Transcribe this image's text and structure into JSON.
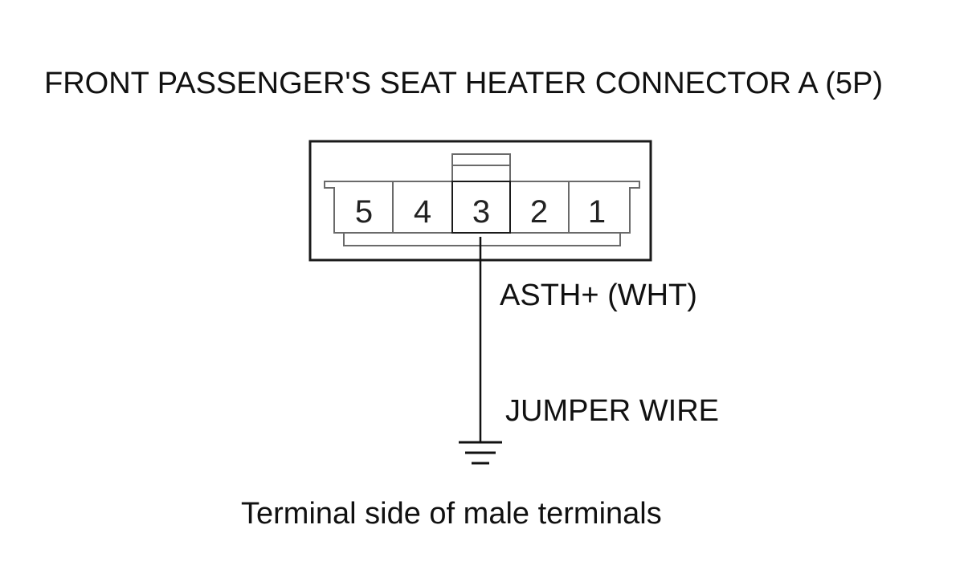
{
  "title": "FRONT PASSENGER'S SEAT HEATER CONNECTOR A (5P)",
  "connector": {
    "terminals": [
      "5",
      "4",
      "3",
      "2",
      "1"
    ]
  },
  "wire_label": "ASTH+ (WHT)",
  "jumper_label": "JUMPER WIRE",
  "caption": "Terminal side of male terminals"
}
